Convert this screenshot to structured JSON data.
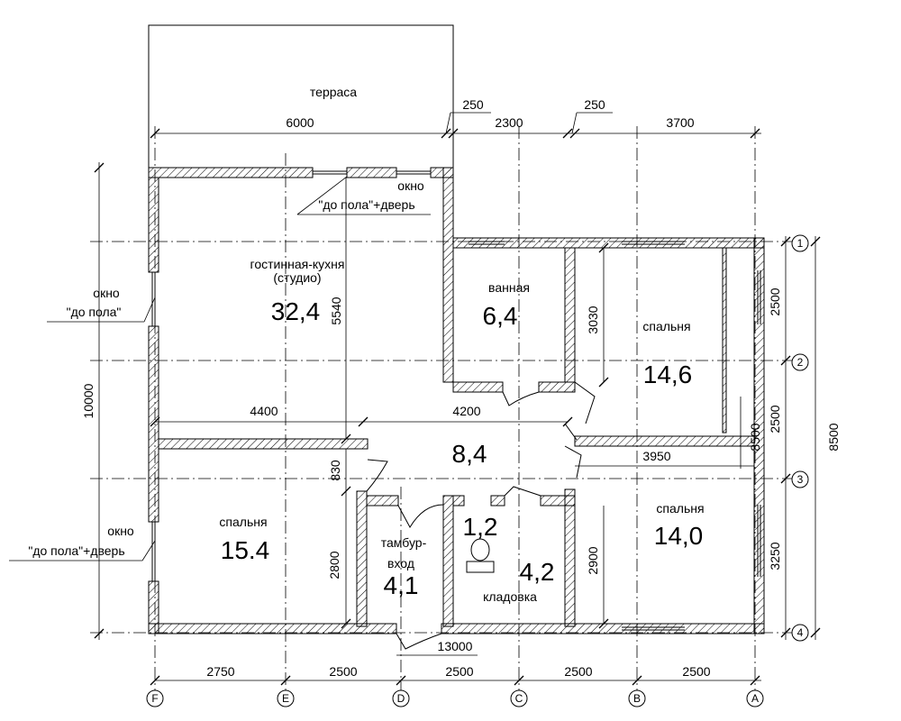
{
  "rooms": {
    "terrace": "терраса",
    "living_name": "гостинная-кухня",
    "living_sub": "(студио)",
    "living_area": "32,4",
    "bath_name": "ванная",
    "bath_area": "6,4",
    "bed1_name": "спальня",
    "bed1_area": "14,6",
    "hall_area": "8,4",
    "bed3_name": "спальня",
    "bed3_area": "15.4",
    "entry_name1": "тамбур-",
    "entry_name2": "вход",
    "entry_area": "4,1",
    "wc_area": "1,2",
    "pantry_area": "4,2",
    "pantry_name": "кладовка",
    "bed2_name": "спальня",
    "bed2_area": "14,0"
  },
  "notes": {
    "window_top_1": "окно",
    "window_top_2": "\"до пола\"+дверь",
    "window_left_1": "окно",
    "window_left_2": "\"до пола\"",
    "window_low_1": "окно",
    "window_low_2": "\"до пола\"+дверь"
  },
  "dims": {
    "top": [
      "6000",
      "250",
      "2300",
      "250",
      "3700"
    ],
    "left_total": "10000",
    "right_total": "8500",
    "right_segments": [
      "2500",
      "2500",
      "3250"
    ],
    "inner_5540": "5540",
    "inner_3030": "3030",
    "inner_2900": "2900",
    "inner_2800": "2800",
    "inner_830": "830",
    "inner_8500": "8500",
    "mid_4400": "4400",
    "mid_4200": "4200",
    "mid_3950": "3950",
    "bottom_total": "13000",
    "bottom": [
      "2750",
      "2500",
      "2500",
      "2500",
      "2500"
    ]
  },
  "axes": {
    "letters": [
      "F",
      "E",
      "D",
      "C",
      "B",
      "A"
    ],
    "numbers": [
      "1",
      "2",
      "3",
      "4"
    ]
  }
}
